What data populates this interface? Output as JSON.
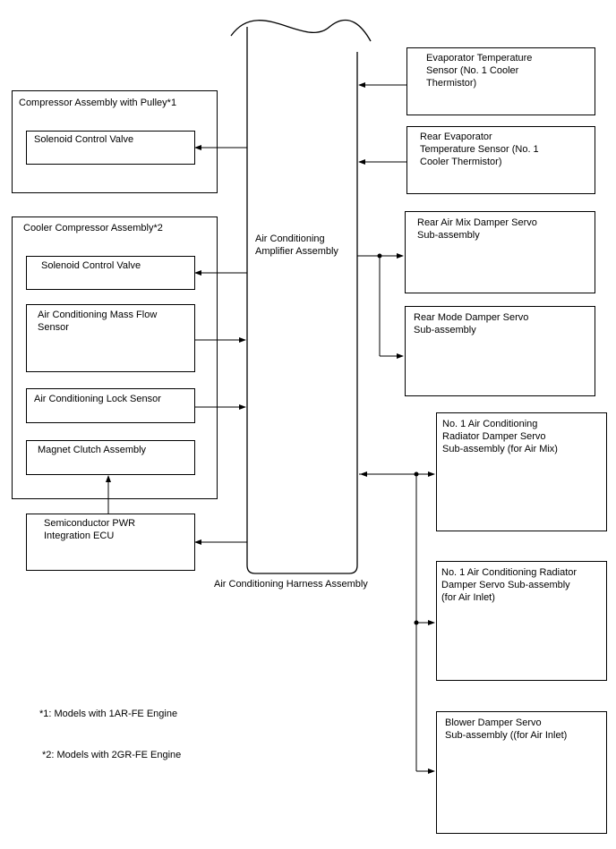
{
  "amplifier": {
    "label": "Air Conditioning\nAmplifier Assembly",
    "harness_label": "Air Conditioning Harness Assembly"
  },
  "compressor_pulley": {
    "title": "Compressor Assembly with Pulley*1",
    "solenoid": "Solenoid Control Valve"
  },
  "cooler_compressor": {
    "title": "Cooler Compressor Assembly*2",
    "solenoid": "Solenoid Control Valve",
    "mass_flow": "Air Conditioning Mass Flow\nSensor",
    "lock_sensor": "Air Conditioning Lock Sensor",
    "magnet_clutch": "Magnet Clutch Assembly"
  },
  "semiconductor_ecu": "Semiconductor PWR\nIntegration ECU",
  "right": {
    "evap_temp": "Evaporator Temperature\nSensor (No. 1 Cooler\nThermistor)",
    "rear_evap_temp": "Rear Evaporator\nTemperature Sensor (No. 1\nCooler Thermistor)",
    "rear_air_mix": "Rear Air Mix Damper Servo\nSub-assembly",
    "rear_mode": "Rear Mode Damper Servo\nSub-assembly",
    "radiator_air_mix": "No. 1 Air Conditioning\nRadiator Damper Servo\nSub-assembly (for Air Mix)",
    "radiator_air_inlet": "No. 1 Air Conditioning Radiator\nDamper Servo Sub-assembly\n(for Air Inlet)",
    "blower_damper": "Blower Damper Servo\nSub-assembly ((for Air Inlet)"
  },
  "notes": {
    "note1": "*1: Models with 1AR-FE Engine",
    "note2": "*2: Models with 2GR-FE Engine"
  }
}
